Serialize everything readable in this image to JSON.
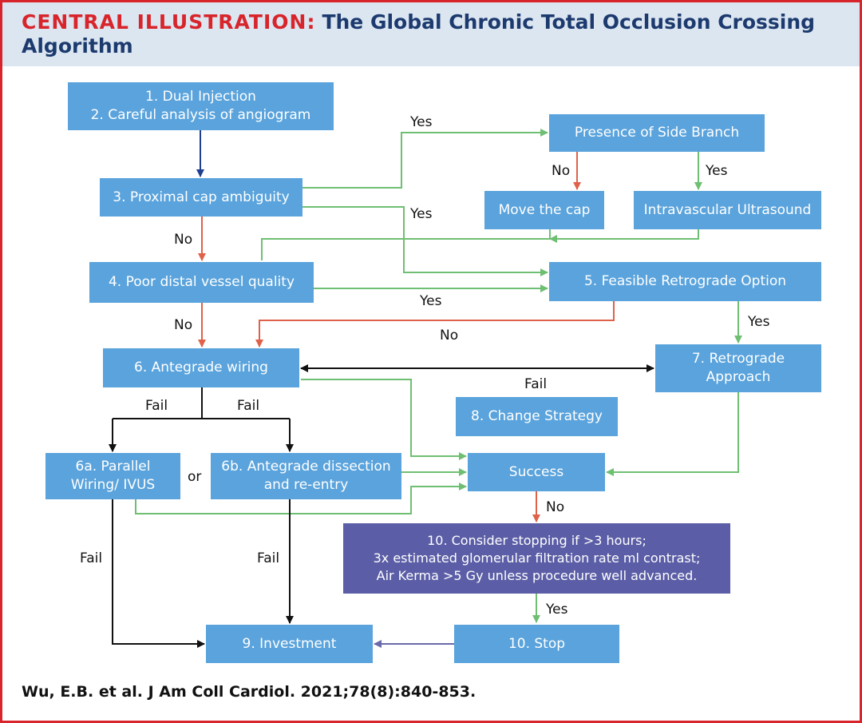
{
  "header": {
    "lead": "CENTRAL ILLUSTRATION:",
    "title": "The Global Chronic Total Occlusion Crossing Algorithm"
  },
  "nodes": {
    "n1": {
      "line1": "1. Dual Injection",
      "line2": "2. Careful analysis of angiogram"
    },
    "n3": "3. Proximal cap ambiguity",
    "side_branch": "Presence of Side Branch",
    "move_cap": "Move the cap",
    "ivus": "Intravascular Ultrasound",
    "n4": "4. Poor distal vessel quality",
    "n5": "5. Feasible Retrograde Option",
    "n6": "6. Antegrade wiring",
    "n7": {
      "line1": "7. Retrograde",
      "line2": "Approach"
    },
    "n8": "8. Change Strategy",
    "n6a": {
      "line1": "6a. Parallel",
      "line2": "Wiring/ IVUS"
    },
    "n6b": {
      "line1": "6b. Antegrade dissection",
      "line2": "and re-entry"
    },
    "success": "Success",
    "n10_consider": {
      "line1": "10. Consider stopping if >3 hours;",
      "line2": "3x estimated glomerular filtration rate ml contrast;",
      "line3": "Air Kerma >5 Gy unless procedure well advanced."
    },
    "n9": "9. Investment",
    "n10_stop": "10. Stop"
  },
  "labels": {
    "yes_side_branch": "Yes",
    "no_move_cap": "No",
    "yes_ivus": "Yes",
    "yes_retro_from_3": "Yes",
    "no_from_3": "No",
    "yes_from_4": "Yes",
    "no_from_4": "No",
    "no_from_5": "No",
    "yes_from_5": "Yes",
    "fail_between_6_7": "Fail",
    "fail_6a": "Fail",
    "fail_6b": "Fail",
    "or": "or",
    "no_success": "No",
    "fail_6a_down": "Fail",
    "fail_6b_down": "Fail",
    "yes_stop": "Yes"
  },
  "colors": {
    "box_blue": "#5aa3dc",
    "box_purple": "#5b5ea6",
    "arrow_navy": "#1f3f8f",
    "arrow_green": "#6fbf73",
    "arrow_red": "#e0614a",
    "arrow_black": "#111111",
    "arrow_purple": "#6a6aaa",
    "border_red": "#d8242b",
    "header_bg": "#dce6f1"
  },
  "citation": "Wu, E.B. et al. J Am Coll Cardiol. 2021;78(8):840-853."
}
